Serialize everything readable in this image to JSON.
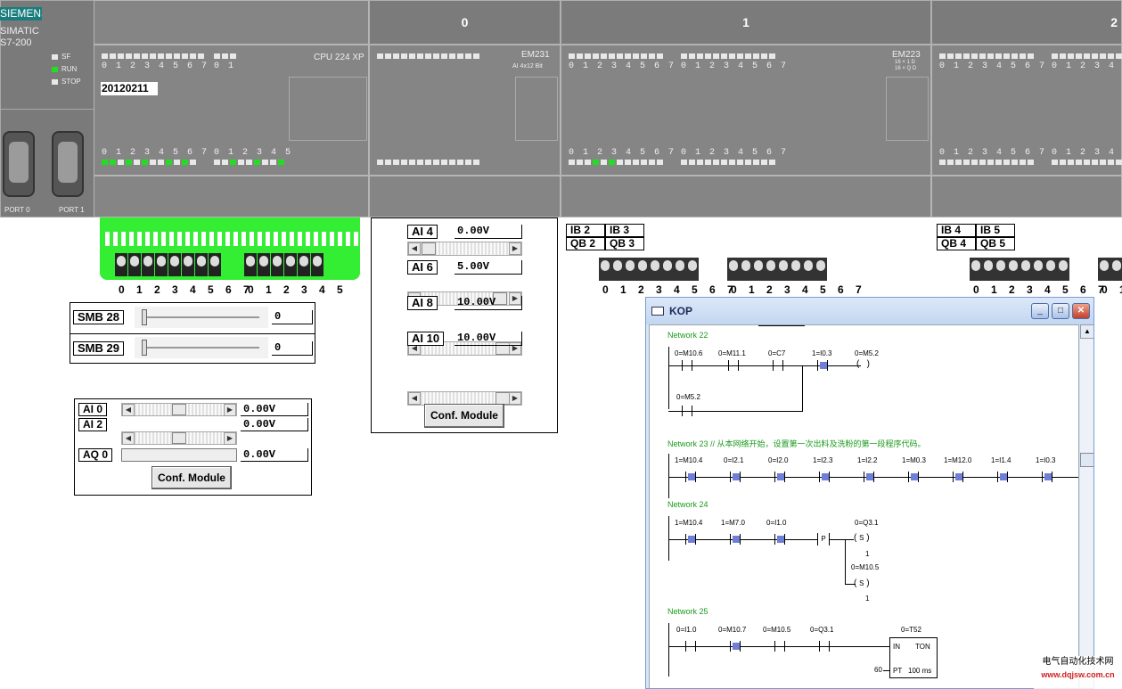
{
  "brand": {
    "name": "SIEMENS",
    "line1": "SIMATIC",
    "line2": "S7-200"
  },
  "status": [
    "SF",
    "RUN",
    "STOP"
  ],
  "ports": [
    "PORT 0",
    "PORT 1"
  ],
  "cpu": {
    "model": "CPU 224 XP",
    "display": "20120211"
  },
  "slots": [
    "0",
    "1",
    "2"
  ],
  "modules": {
    "em231": {
      "name": "EM231",
      "desc": "AI 4x12 Bit"
    },
    "em223": {
      "name": "EM223",
      "desc1": "16 × 1 D",
      "desc2": "16 × Q D"
    }
  },
  "digits8": "0 1 2 3 4 5 6 7",
  "digits2": "0 1",
  "digits6": "0 1 2 3 4 5",
  "smb": [
    {
      "label": "SMB 28",
      "value": "0"
    },
    {
      "label": "SMB 29",
      "value": "0"
    }
  ],
  "cpu_analog": [
    {
      "label": "AI 0",
      "value": "0.00V"
    },
    {
      "label": "AI 2",
      "value": "0.00V"
    },
    {
      "label": "AQ 0",
      "value": "0.00V"
    }
  ],
  "conf_button": "Conf. Module",
  "em231_inputs": [
    {
      "label": "AI 4",
      "value": "0.00V"
    },
    {
      "label": "AI 6",
      "value": "5.00V"
    },
    {
      "label": "AI 8",
      "value": "10.00V"
    },
    {
      "label": "AI 10",
      "value": "10.00V"
    }
  ],
  "io_labels1": [
    "IB 2",
    "IB 3",
    "QB 2",
    "QB 3"
  ],
  "io_labels2": [
    "IB 4",
    "IB 5",
    "QB 4",
    "QB 5"
  ],
  "kop": {
    "title": "KOP",
    "networks": [
      {
        "label": "Network 22"
      },
      {
        "label": "Network 23 // 从本网络开始，设置第一次出料及洗粉的第一段程序代码。"
      },
      {
        "label": "Network 24"
      },
      {
        "label": "Network 25"
      }
    ],
    "n22": [
      "0=M10.6",
      "0=M11.1",
      "0=C7",
      "1=I0.3",
      "0=M5.2",
      "0=M5.2"
    ],
    "n23": [
      "1=M10.4",
      "0=I2.1",
      "0=I2.0",
      "1=I2.3",
      "1=I2.2",
      "1=M0.3",
      "1=M12.0",
      "1=I1.4",
      "1=I0.3"
    ],
    "n24": [
      "1=M10.4",
      "1=M7.0",
      "0=I1.0",
      "0=Q3.1",
      "1",
      "0=M10.5",
      "1",
      "P",
      "S",
      "S"
    ],
    "n25": [
      "0=I1.0",
      "0=M10.7",
      "0=M10.5",
      "0=Q3.1",
      "0=T52",
      "IN",
      "TON",
      "60",
      "PT",
      "100 ms"
    ]
  },
  "watermark": {
    "line1": "电气自动化技术网",
    "line2": "www.dqjsw.com.cn"
  }
}
